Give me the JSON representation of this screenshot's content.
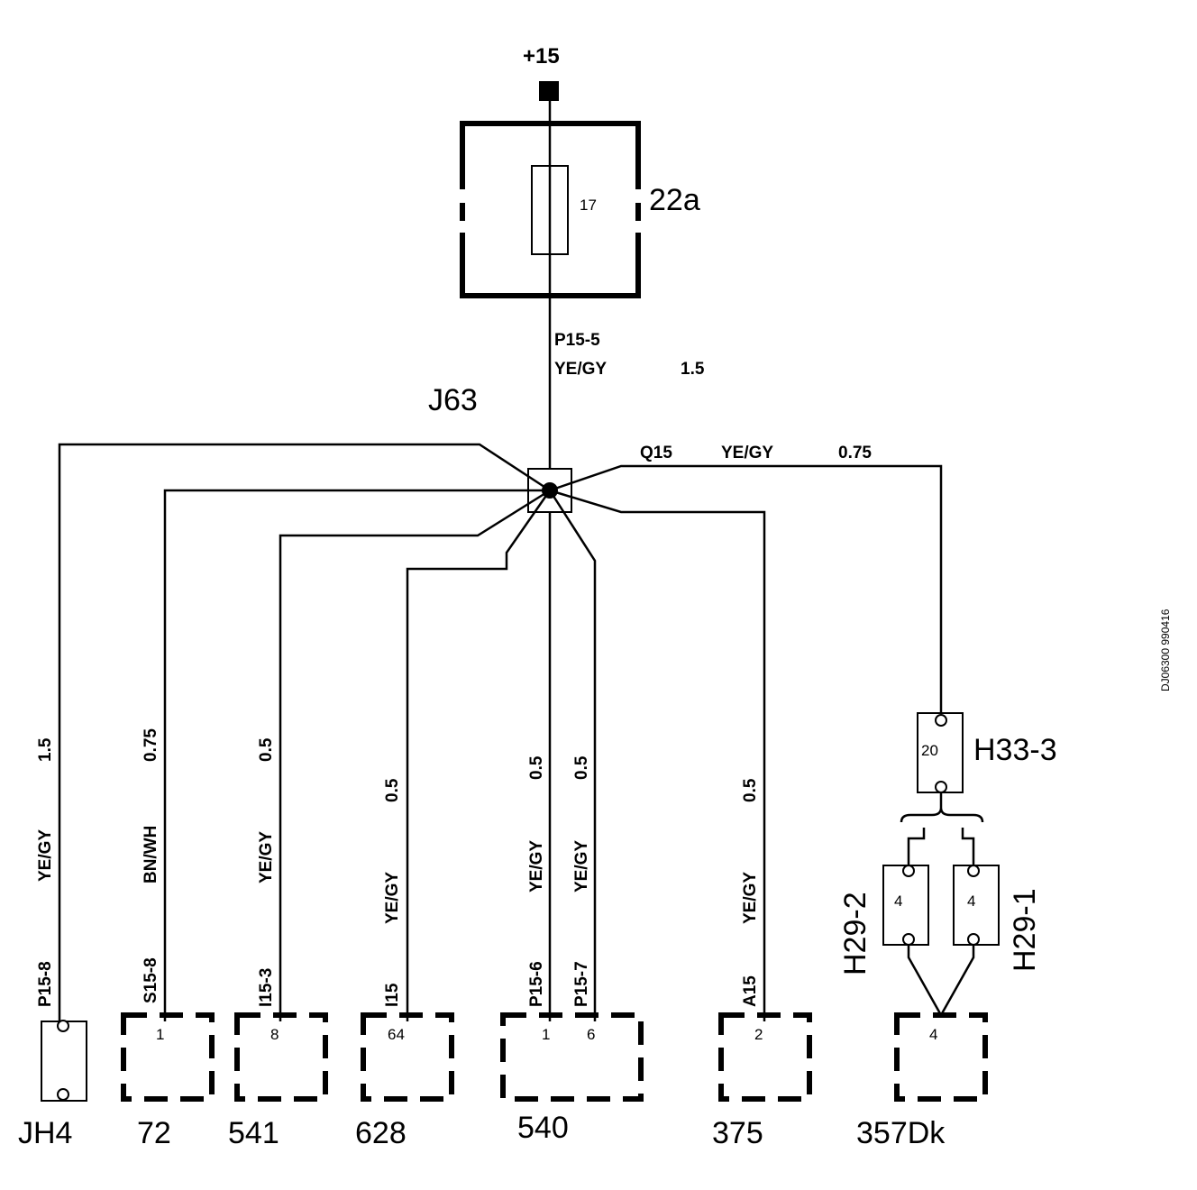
{
  "supply": {
    "label": "+15"
  },
  "fuse_box": {
    "label": "22a",
    "fuse_number": "17"
  },
  "main_wire": {
    "code": "P15-5",
    "color": "YE/GY",
    "size": "1.5"
  },
  "splice": {
    "label": "J63"
  },
  "q15_wire": {
    "code": "Q15",
    "color": "YE/GY",
    "size": "0.75"
  },
  "branches": [
    {
      "size": "1.5",
      "color": "YE/GY",
      "code": "P15-8"
    },
    {
      "size": "0.75",
      "color": "BN/WH",
      "code": "S15-8"
    },
    {
      "size": "0.5",
      "color": "YE/GY",
      "code": "I15-3"
    },
    {
      "size": "0.5",
      "color": "YE/GY",
      "code": "I15"
    },
    {
      "size": "0.5",
      "color": "YE/GY",
      "code": "P15-6"
    },
    {
      "size": "0.5",
      "color": "YE/GY",
      "code": "P15-7"
    },
    {
      "size": "0.5",
      "color": "YE/GY",
      "code": "A15"
    }
  ],
  "connectors": {
    "jh4": {
      "label": "JH4"
    },
    "c72": {
      "label": "72",
      "pin": "1"
    },
    "c541": {
      "label": "541",
      "pin": "8"
    },
    "c628": {
      "label": "628",
      "pin": "64"
    },
    "c540": {
      "label": "540",
      "pin_a": "1",
      "pin_b": "6"
    },
    "c375": {
      "label": "375",
      "pin": "2"
    },
    "c357": {
      "label": "357Dk",
      "pin": "4"
    },
    "h33": {
      "label": "H33-3",
      "pin": "20"
    },
    "h29_2": {
      "label": "H29-2",
      "pin": "4"
    },
    "h29_1": {
      "label": "H29-1",
      "pin": "4"
    }
  },
  "drawing_ref": "DJ06300 990416"
}
